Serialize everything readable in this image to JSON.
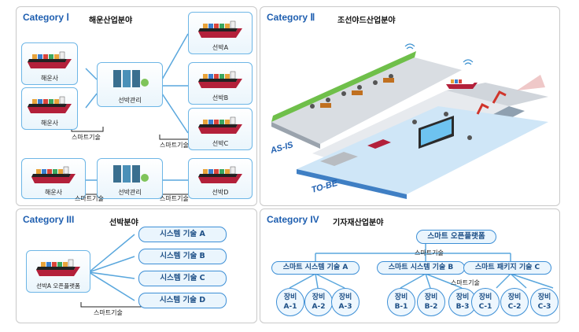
{
  "cat1": {
    "title": "Category Ⅰ",
    "subtitle": "해운산업분야",
    "shipping_company_1": "해운사",
    "shipping_company_2": "해운사",
    "shipping_company_3": "해운사",
    "ship_mgmt_1": "선박관리",
    "ship_mgmt_2": "선박관리",
    "ship_a": "선박A",
    "ship_b": "선박B",
    "ship_c": "선박C",
    "ship_d": "선박D",
    "smart_tech_1": "스마트기술",
    "smart_tech_2": "스마트기술",
    "smart_tech_3": "스마트기술",
    "smart_tech_4": "스마트기술"
  },
  "cat2": {
    "title": "Category Ⅱ",
    "subtitle": "조선야드산업분야",
    "as_is": "AS-IS",
    "to_be": "TO-BE"
  },
  "cat3": {
    "title": "Category III",
    "subtitle": "선박분야",
    "ship_platform": "선박A 오픈플랫폼",
    "systems": [
      "시스템 기술 A",
      "시스템 기술 B",
      "시스템 기술 C",
      "시스템 기술 D"
    ],
    "smart_tech": "스마트기술"
  },
  "cat4": {
    "title": "Category IV",
    "subtitle": "기자재산업분야",
    "root": "스마트 오픈플랫폼",
    "smart_tech_1": "스마트기술",
    "smart_tech_2": "스마트기술",
    "mid": [
      "스마트 시스템 기술 A",
      "스마트 시스템 기술 B",
      "스마트 패키지 기술 C"
    ],
    "equip": [
      {
        "top": "장비",
        "bottom": "A-1"
      },
      {
        "top": "장비",
        "bottom": "A-2"
      },
      {
        "top": "장비",
        "bottom": "A-3"
      },
      {
        "top": "장비",
        "bottom": "B-1"
      },
      {
        "top": "장비",
        "bottom": "B-2"
      },
      {
        "top": "장비",
        "bottom": "B-3"
      },
      {
        "top": "장비",
        "bottom": "C-1"
      },
      {
        "top": "장비",
        "bottom": "C-2"
      },
      {
        "top": "장비",
        "bottom": "C-3"
      }
    ]
  }
}
